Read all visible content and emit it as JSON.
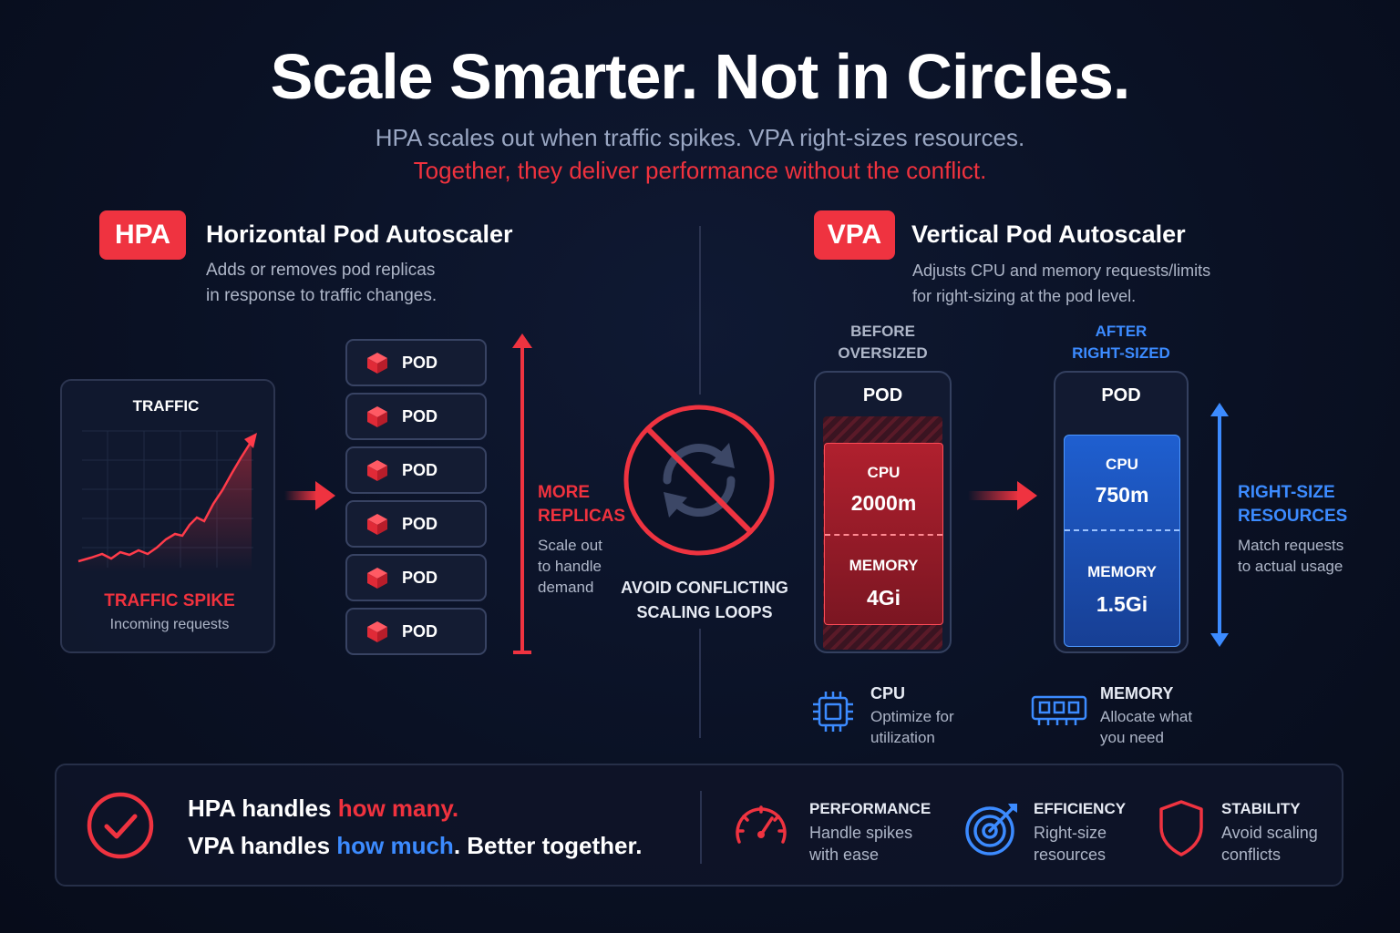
{
  "header": {
    "title": "Scale Smarter. Not in Circles.",
    "subtitle_line1": "HPA scales out when traffic spikes. VPA right-sizes resources.",
    "subtitle_line2": "Together, they deliver performance without the conflict."
  },
  "hpa": {
    "tag": "HPA",
    "title": "Horizontal Pod Autoscaler",
    "desc_line1": "Adds or removes pod replicas",
    "desc_line2": "in response to traffic changes.",
    "traffic_card": {
      "label": "TRAFFIC",
      "spike_label": "TRAFFIC SPIKE",
      "spike_sub": "Incoming requests"
    },
    "pods": [
      "POD",
      "POD",
      "POD",
      "POD",
      "POD",
      "POD"
    ],
    "replicas_label_1": "MORE",
    "replicas_label_2": "REPLICAS",
    "replicas_desc_1": "Scale out",
    "replicas_desc_2": "to handle",
    "replicas_desc_3": "demand"
  },
  "center": {
    "line1": "AVOID CONFLICTING",
    "line2": "SCALING LOOPS"
  },
  "vpa": {
    "tag": "VPA",
    "title": "Vertical Pod Autoscaler",
    "desc_line1": "Adjusts CPU and memory requests/limits",
    "desc_line2": "for right-sizing at the pod level.",
    "before": {
      "label_1": "BEFORE",
      "label_2": "OVERSIZED",
      "pod": "POD",
      "cpu_label": "CPU",
      "cpu_value": "2000m",
      "mem_label": "MEMORY",
      "mem_value": "4Gi"
    },
    "after": {
      "label_1": "AFTER",
      "label_2": "RIGHT-SIZED",
      "pod": "POD",
      "cpu_label": "CPU",
      "cpu_value": "750m",
      "mem_label": "MEMORY",
      "mem_value": "1.5Gi"
    },
    "rightsize_label_1": "RIGHT-SIZE",
    "rightsize_label_2": "RESOURCES",
    "rightsize_desc_1": "Match requests",
    "rightsize_desc_2": "to actual usage",
    "cpu_feature": {
      "title": "CPU",
      "desc_1": "Optimize for",
      "desc_2": "utilization"
    },
    "memory_feature": {
      "title": "MEMORY",
      "desc_1": "Allocate what",
      "desc_2": "you need"
    }
  },
  "bottom": {
    "line1_a": "HPA handles ",
    "line1_b": "how many.",
    "line2_a": "VPA handles ",
    "line2_b": "how much",
    "line2_c": ". Better together.",
    "features": [
      {
        "title": "PERFORMANCE",
        "desc_1": "Handle spikes",
        "desc_2": "with ease"
      },
      {
        "title": "EFFICIENCY",
        "desc_1": "Right-size",
        "desc_2": "resources"
      },
      {
        "title": "STABILITY",
        "desc_1": "Avoid scaling",
        "desc_2": "conflicts"
      }
    ]
  },
  "colors": {
    "accent_red": "#ef3340",
    "accent_blue": "#3c8bff",
    "background": "#0a1124"
  },
  "icons": [
    "cube-icon",
    "no-loop-icon",
    "cpu-chip-icon",
    "memory-icon",
    "check-circle-icon",
    "speedometer-icon",
    "target-icon",
    "shield-icon"
  ]
}
